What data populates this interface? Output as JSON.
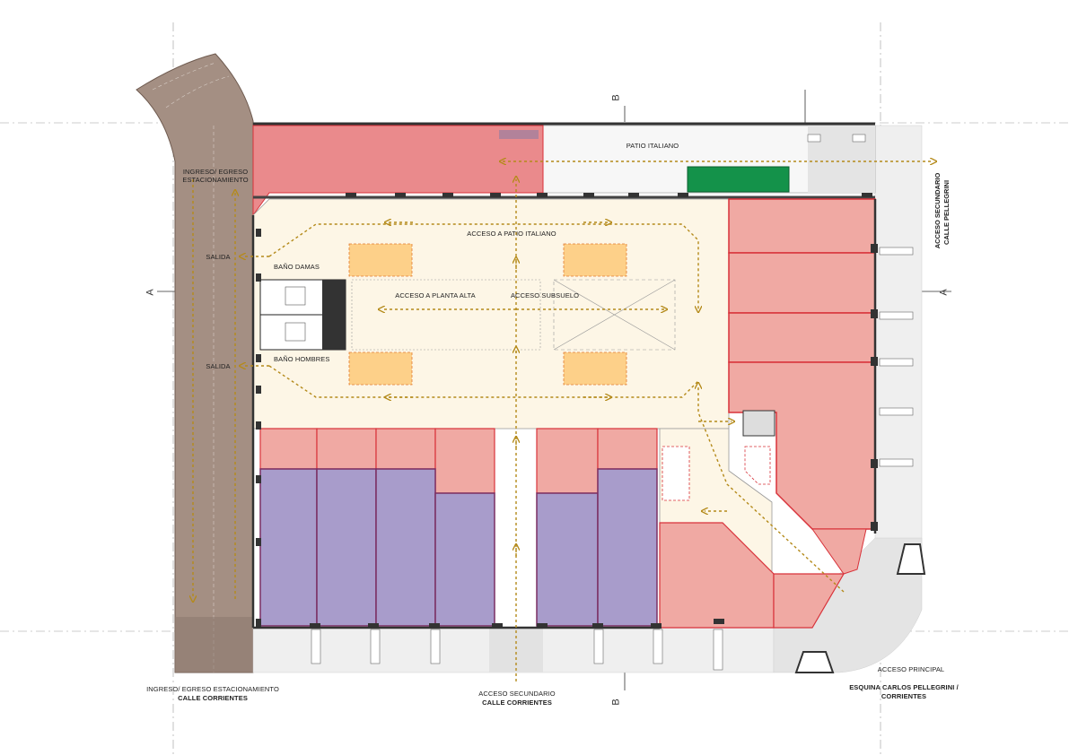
{
  "labels": {
    "patio_italiano": "PATIO ITALIANO",
    "ingreso_egreso_top": "INGRESO/ EGRESO",
    "estacionamiento_top": "ESTACIONAMIENTO",
    "salida_1": "SALIDA",
    "salida_2": "SALIDA",
    "bano_damas": "BAÑO DAMAS",
    "bano_hombres": "BAÑO HOMBRES",
    "acceso_patio": "ACCESO A PATIO ITALIANO",
    "acceso_planta_alta": "ACCESO A PLANTA ALTA",
    "acceso_subsuelo": "ACCESO SUBSUELO",
    "ingreso_bottom_1": "INGRESO/ EGRESO  ESTACIONAMIENTO",
    "ingreso_bottom_2": "CALLE CORRIENTES",
    "acceso_sec_1": "ACCESO SECUNDARIO",
    "acceso_sec_2": "CALLE CORRIENTES",
    "acceso_principal": "ACCESO PRINCIPAL",
    "esquina_1": "ESQUINA CARLOS PELLEGRINI /",
    "esquina_2": "CORRIENTES",
    "acceso_sec_pellegrini_1": "ACCESO SECUNDARIO",
    "acceso_sec_pellegrini_2": "CALLE PELLEGRINI"
  },
  "section_marks": {
    "b_top": "B",
    "b_bottom": "B",
    "a_left": "A",
    "a_right": "A"
  },
  "colors": {
    "parking": "#a48f83",
    "commercial_red": "#f0a9a3",
    "wall_red": "#d8323a",
    "purple": "#a89ccb",
    "orange_block": "#fdd089",
    "hall": "#fdf6e6",
    "patio_red": "#ea8a8c",
    "green": "#14924a",
    "arrow": "#b48a1a"
  }
}
